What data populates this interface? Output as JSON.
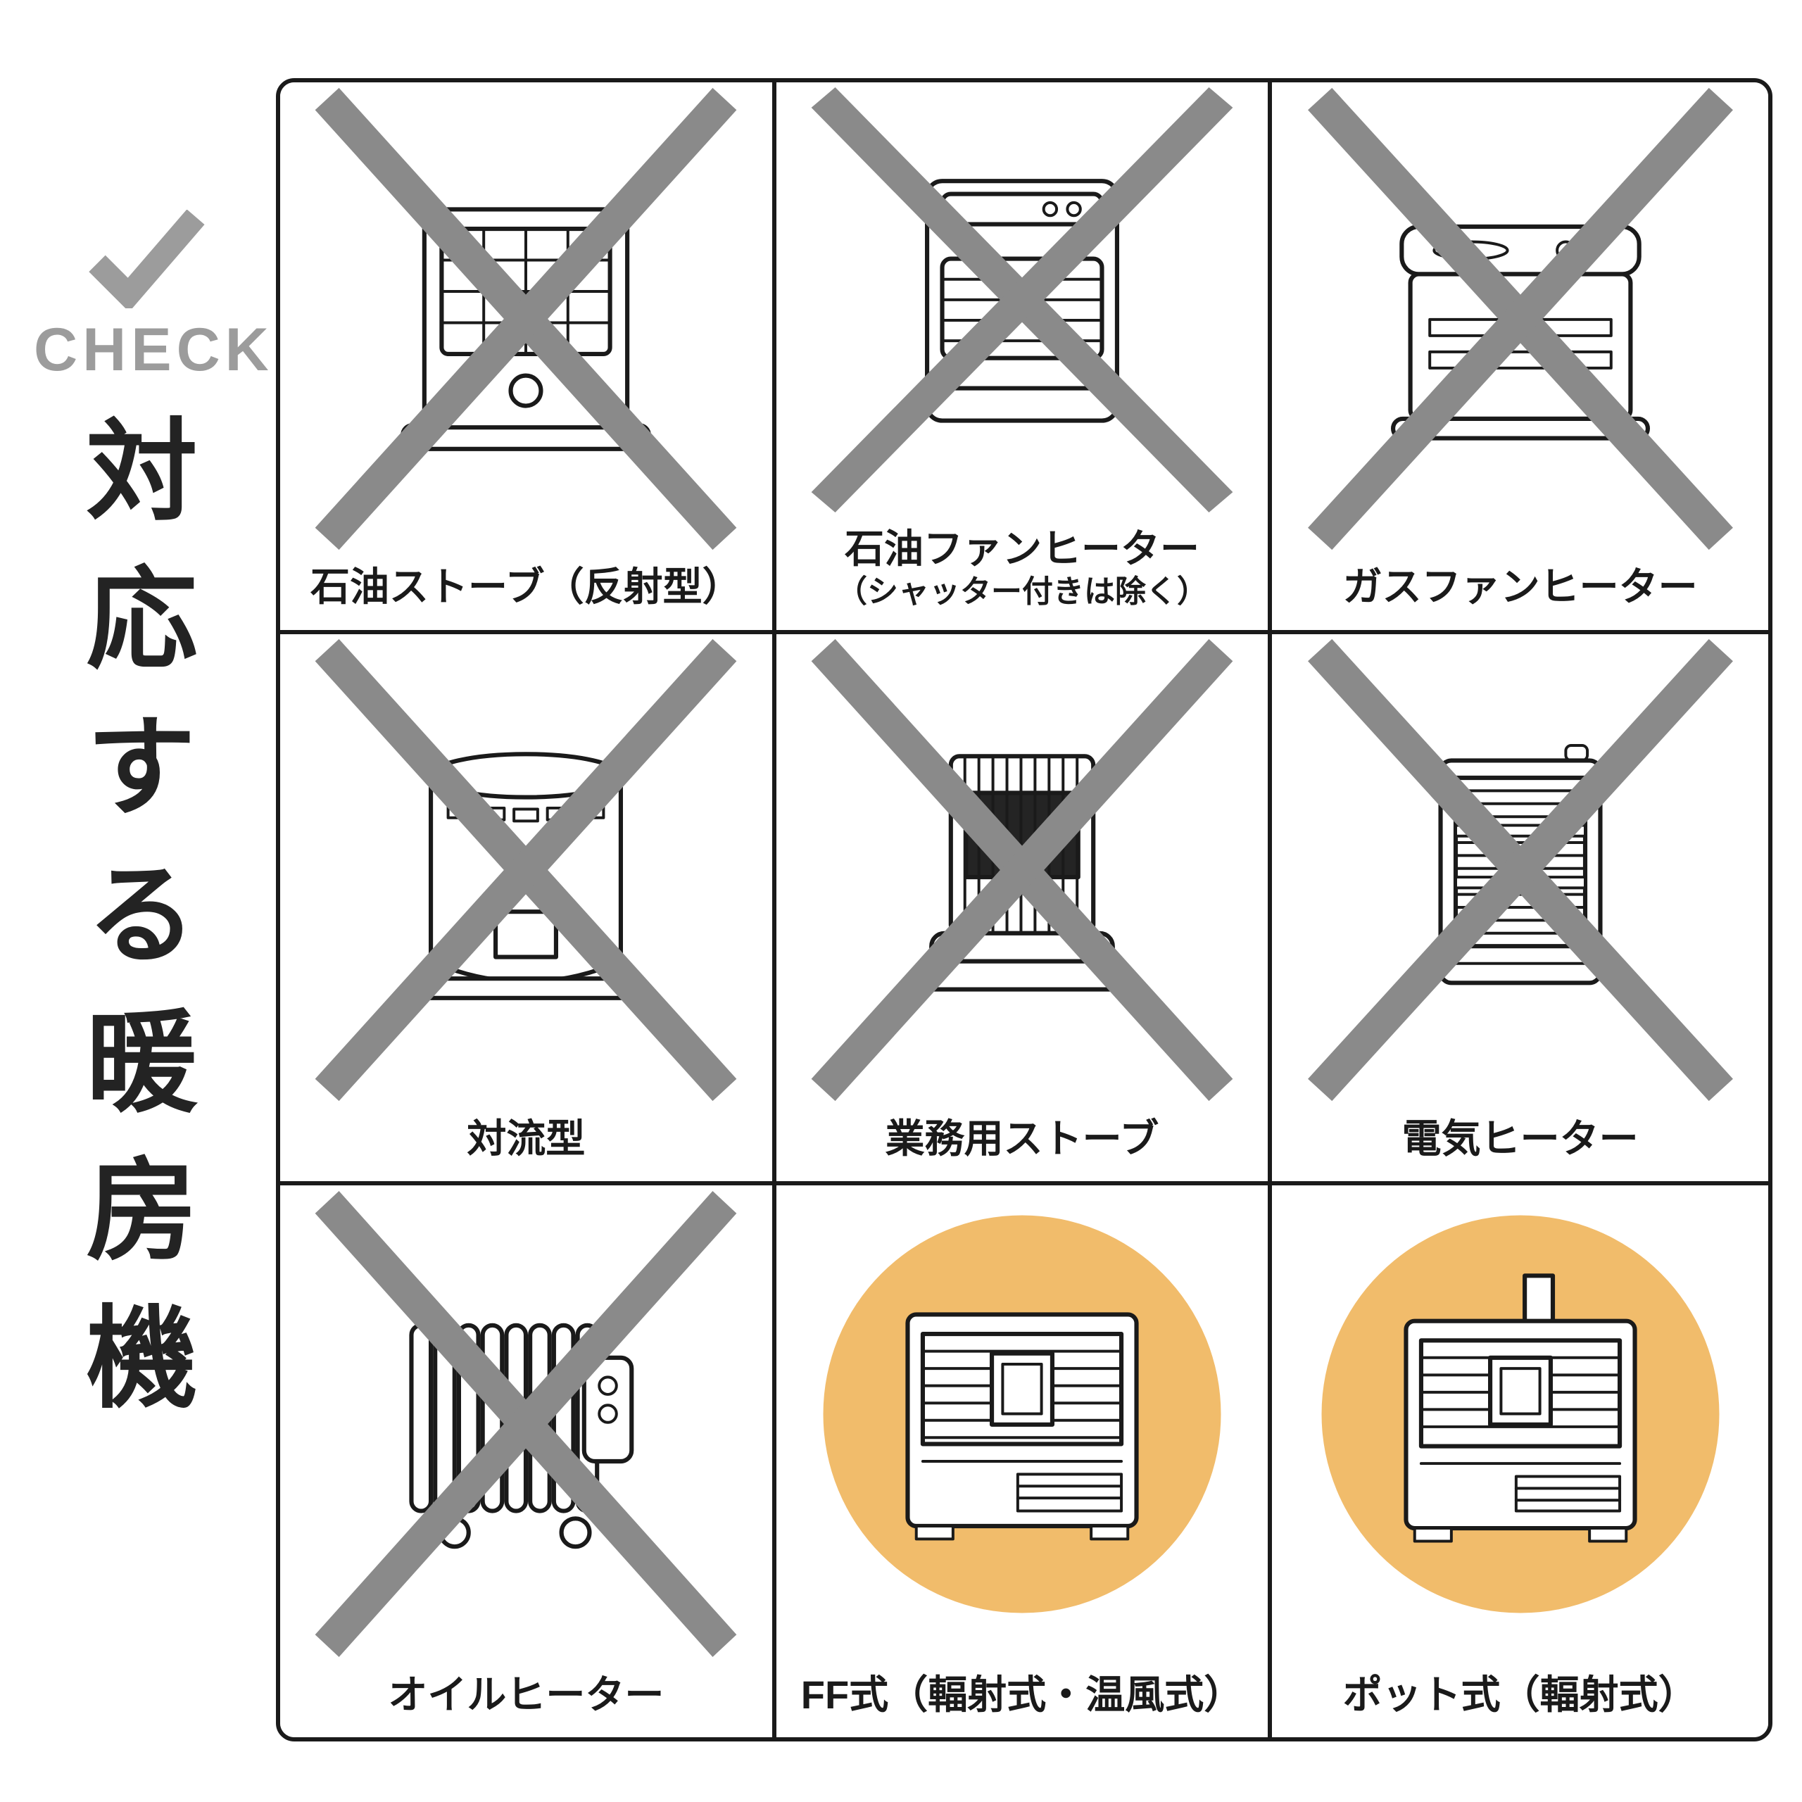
{
  "sidebar": {
    "check_label": "CHECK",
    "title": "対応する暖房機"
  },
  "colors": {
    "cross": "#8A8A8A",
    "highlight": "#F1BC6B",
    "check": "#9C9C9C",
    "ink": "#1A1A1A"
  },
  "grid": {
    "cells": [
      {
        "label": "石油ストーブ（反射型）",
        "status": "incompatible",
        "icon": "oil-stove-reflective-icon"
      },
      {
        "label": "石油ファンヒーター",
        "sublabel": "（シャッター付きは除く）",
        "status": "incompatible",
        "icon": "oil-fan-heater-icon"
      },
      {
        "label": "ガスファンヒーター",
        "status": "incompatible",
        "icon": "gas-fan-heater-icon"
      },
      {
        "label": "対流型",
        "status": "incompatible",
        "icon": "convection-heater-icon"
      },
      {
        "label": "業務用ストーブ",
        "status": "incompatible",
        "icon": "commercial-stove-icon"
      },
      {
        "label": "電気ヒーター",
        "status": "incompatible",
        "icon": "electric-heater-icon"
      },
      {
        "label": "オイルヒーター",
        "status": "incompatible",
        "icon": "oil-radiator-heater-icon"
      },
      {
        "label": "FF式（輻射式・温風式）",
        "status": "compatible",
        "icon": "ff-heater-icon"
      },
      {
        "label": "ポット式（輻射式）",
        "status": "compatible",
        "icon": "pot-heater-icon"
      }
    ]
  }
}
